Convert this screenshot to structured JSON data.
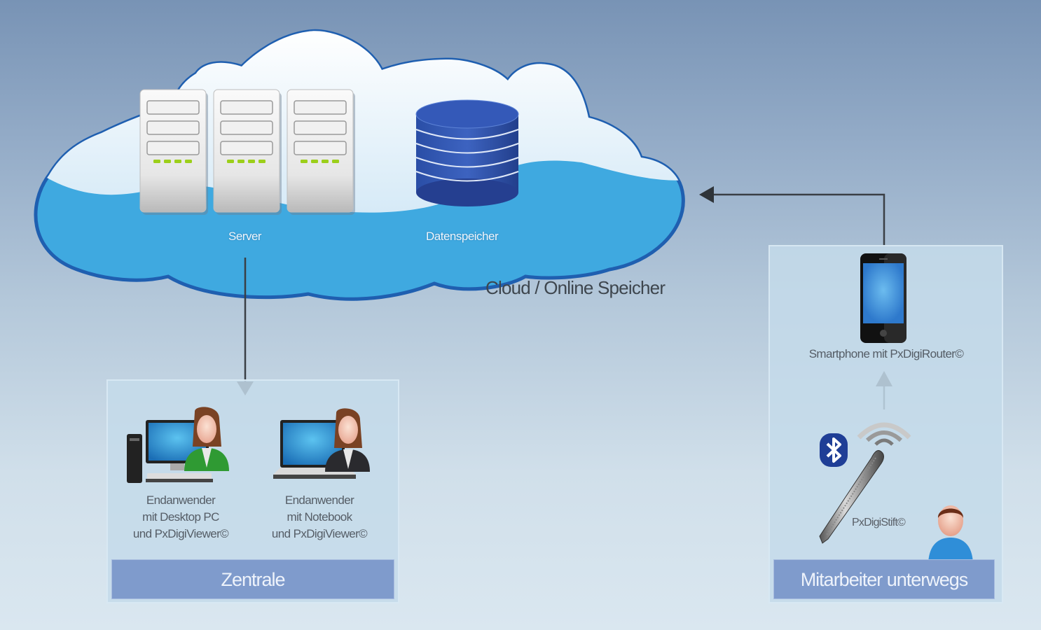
{
  "cloud": {
    "caption": "Cloud / Online Speicher",
    "server_label": "Server",
    "storage_label": "Datenspeicher",
    "server_count": 3
  },
  "zentrale": {
    "title": "Zentrale",
    "users": [
      {
        "line1": "Endanwender",
        "line2": "mit Desktop PC",
        "line3": "und PxDigiViewer©",
        "device": "desktop-pc-icon"
      },
      {
        "line1": "Endanwender",
        "line2": "mit Notebook",
        "line3": "und PxDigiViewer©",
        "device": "notebook-icon"
      }
    ]
  },
  "mobile": {
    "title": "Mitarbeiter unterwegs",
    "smartphone_label": "Smartphone mit PxDigiRouter©",
    "pen_label": "PxDigiStift©",
    "icons": [
      "smartphone-icon",
      "bluetooth-icon",
      "wireless-signal-icon",
      "digital-pen-icon",
      "mobile-worker-avatar"
    ]
  },
  "colors": {
    "cloud_blue": "#3fa9e0",
    "cloud_outline": "#1f5fb0",
    "database_blue": "#2d4fa8",
    "panel_title_bg": "#7f9bcc",
    "arrow": "#3a3f45"
  }
}
